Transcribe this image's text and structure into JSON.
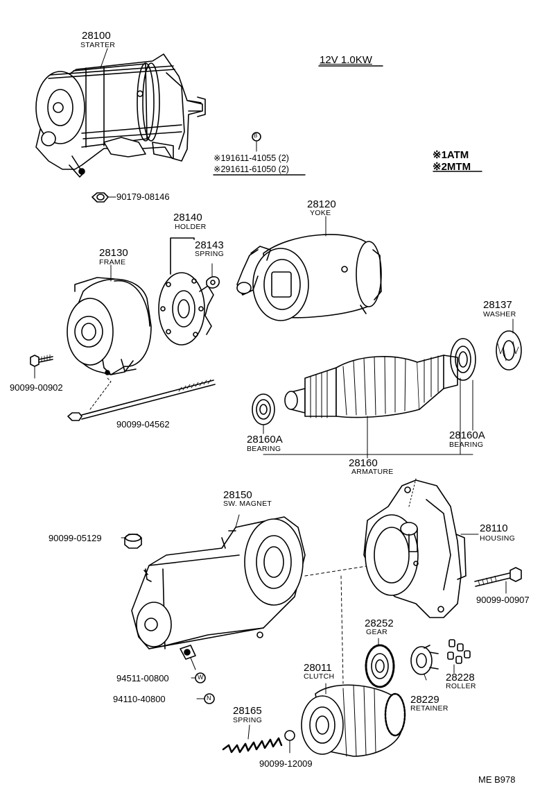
{
  "header": {
    "voltage_rating": "12V 1.0KW",
    "legend_atm": "※1ATM",
    "legend_mtm": "※2MTM",
    "symbol_b": "B",
    "option_1": "※191611-41055 (2)",
    "option_2": "※291611-61050 (2)",
    "page_code": "ME B978"
  },
  "parts": {
    "p28100": {
      "number": "28100",
      "name": "STARTER"
    },
    "p90179": {
      "number": "90179-08146"
    },
    "p28140": {
      "number": "28140",
      "name": "HOLDER"
    },
    "p28143": {
      "number": "28143",
      "name": "SPRING"
    },
    "p28120": {
      "number": "28120",
      "name": "YOKE"
    },
    "p28130": {
      "number": "28130",
      "name": "FRAME"
    },
    "p28137": {
      "number": "28137",
      "name": "WASHER"
    },
    "p90099_00902": {
      "number": "90099-00902"
    },
    "p90099_04562": {
      "number": "90099-04562"
    },
    "p28160A_left": {
      "number": "28160A",
      "name": "BEARING"
    },
    "p28160A_right": {
      "number": "28160A",
      "name": "BEARING"
    },
    "p28160": {
      "number": "28160",
      "name": "ARMATURE"
    },
    "p28150": {
      "number": "28150",
      "name": "SW. MAGNET"
    },
    "p28110": {
      "number": "28110",
      "name": "HOUSING"
    },
    "p90099_05129": {
      "number": "90099-05129"
    },
    "p90099_00907": {
      "number": "90099-00907"
    },
    "p28252": {
      "number": "28252",
      "name": "GEAR"
    },
    "p28011": {
      "number": "28011",
      "name": "CLUTCH"
    },
    "p28228": {
      "number": "28228",
      "name": "ROLLER"
    },
    "p28229": {
      "number": "28229",
      "name": "RETAINER"
    },
    "p94511": {
      "number": "94511-00800",
      "symbol": "W"
    },
    "p94110": {
      "number": "94110-40800",
      "symbol": "N"
    },
    "p28165": {
      "number": "28165",
      "name": "SPRING"
    },
    "p90099_12009": {
      "number": "90099-12009"
    }
  }
}
